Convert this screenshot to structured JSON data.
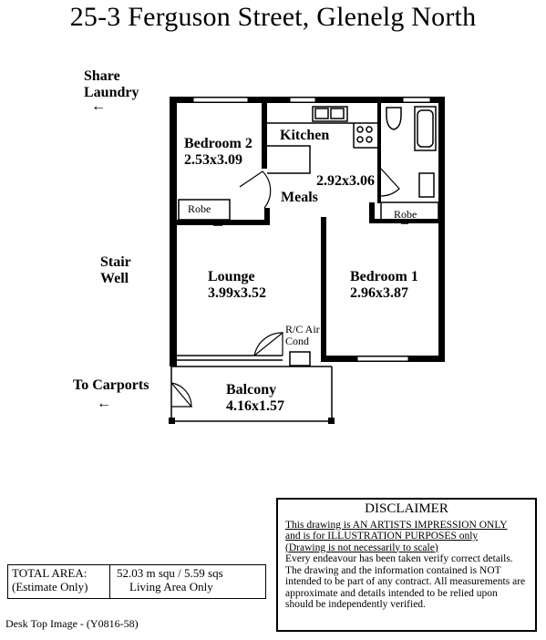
{
  "title": "25-3 Ferguson Street, Glenelg North",
  "external": {
    "share_laundry_1": "Share",
    "share_laundry_2": "Laundry",
    "stair_well_1": "Stair",
    "stair_well_2": "Well",
    "to_carports": "To Carports",
    "arrow": "←"
  },
  "rooms": {
    "bedroom2": {
      "name": "Bedroom 2",
      "size": "2.53x3.09"
    },
    "kitchen": {
      "name": "Kitchen"
    },
    "meals": {
      "name": "Meals",
      "size": "2.92x3.06"
    },
    "robe_left": "Robe",
    "robe_right": "Robe",
    "lounge": {
      "name": "Lounge",
      "size": "3.99x3.52"
    },
    "bedroom1": {
      "name": "Bedroom 1",
      "size": "2.96x3.87"
    },
    "aircon_1": "R/C Air",
    "aircon_2": "Cond",
    "balcony": {
      "name": "Balcony",
      "size": "4.16x1.57"
    }
  },
  "total": {
    "label_1": "TOTAL AREA:",
    "label_2": "(Estimate Only)",
    "value_1": "52.03 m squ / 5.59 sqs",
    "value_2": "Living Area Only"
  },
  "desk_top": "Desk Top Image - (Y0816-58)",
  "disclaimer": {
    "title": "DISCLAIMER",
    "line1": "This drawing is AN ARTISTS IMPRESSION ONLY",
    "line2": "and is for ILLUSTRATION PURPOSES only",
    "line3": "(Drawing is not necessarily to scale)",
    "body": "Every endeavour has been taken verify correct details. The drawing and the information contained is NOT intended to be part of any contract.  All measurements are approximate and details intended to be relied upon should be independently verified."
  }
}
